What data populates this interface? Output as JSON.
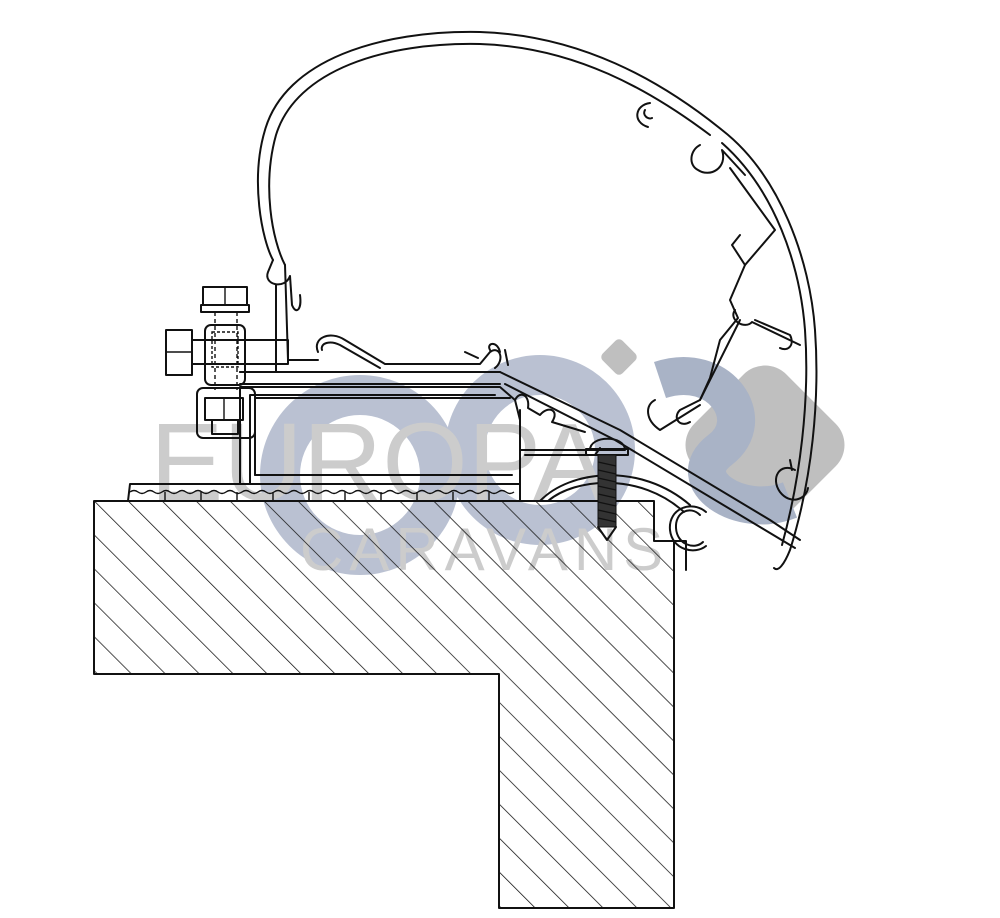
{
  "diagram": {
    "subject": "Awning adapter rail cross-section mounted on caravan roof edge",
    "parts": [
      {
        "id": "awning-cassette",
        "label": "Awning cassette profile"
      },
      {
        "id": "adapter-rail",
        "label": "Adapter rail"
      },
      {
        "id": "mounting-bolt",
        "label": "Hex bolt and nut assembly"
      },
      {
        "id": "self-tapping-screw",
        "label": "Self-tapping screw"
      },
      {
        "id": "roof-section",
        "label": "Hatched roof/wall section"
      },
      {
        "id": "gutter-profile",
        "label": "Curved gutter profile"
      }
    ]
  },
  "watermark": {
    "line1": "EUROPA",
    "line2": "CARAVANS",
    "color_primary": "#a9b3c8",
    "color_secondary": "#9a9a9a"
  },
  "colors": {
    "stroke": "#111111",
    "background": "#ffffff"
  }
}
